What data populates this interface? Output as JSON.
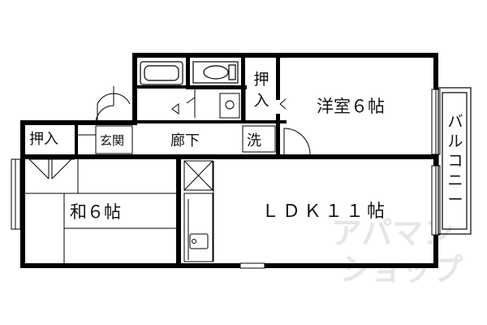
{
  "rooms": {
    "western_room": "洋室６帖",
    "ldk": "ＬＤＫ１１帖",
    "japanese_room": "和６帖",
    "corridor": "廊下",
    "entrance": "玄関",
    "washroom": "洗",
    "closet_top": "押入",
    "closet_left": "押入",
    "balcony": "バルコニー"
  },
  "watermark": {
    "line1": "アパマン",
    "line2": "ショップ"
  },
  "colors": {
    "wall": "#000000",
    "line": "#000000",
    "background": "#ffffff",
    "watermark": "#e6e6e6"
  }
}
